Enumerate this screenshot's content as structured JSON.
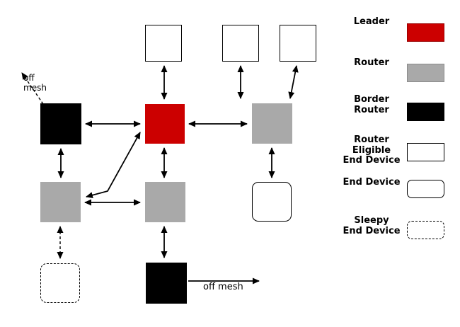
{
  "labels": {
    "off_mesh_top_line1": "off",
    "off_mesh_top_line2": "mesh",
    "off_mesh_bottom": "off mesh"
  },
  "legend": {
    "items": [
      {
        "type": "leader",
        "lines": [
          "Leader"
        ],
        "color": "#cc0000",
        "shape": "square"
      },
      {
        "type": "router",
        "lines": [
          "Router"
        ],
        "color": "#a9a9a9",
        "shape": "square"
      },
      {
        "type": "border-router",
        "lines": [
          "Border",
          "Router"
        ],
        "color": "#000000",
        "shape": "square"
      },
      {
        "type": "router-eligible-end-device",
        "lines": [
          "Router",
          "Eligible",
          "End Device"
        ],
        "color": "#ffffff",
        "shape": "square-outline"
      },
      {
        "type": "end-device",
        "lines": [
          "End Device"
        ],
        "color": "#ffffff",
        "shape": "rounded-outline"
      },
      {
        "type": "sleepy-end-device",
        "lines": [
          "Sleepy",
          "End Device"
        ],
        "color": "#ffffff",
        "shape": "rounded-dashed-outline"
      }
    ]
  },
  "diagram": {
    "nodes": [
      {
        "id": "reed-1",
        "type": "router-eligible-end-device"
      },
      {
        "id": "reed-2",
        "type": "router-eligible-end-device"
      },
      {
        "id": "reed-3",
        "type": "router-eligible-end-device"
      },
      {
        "id": "border-router-1",
        "type": "border-router"
      },
      {
        "id": "leader",
        "type": "leader"
      },
      {
        "id": "router-1",
        "type": "router"
      },
      {
        "id": "router-2",
        "type": "router"
      },
      {
        "id": "router-3",
        "type": "router"
      },
      {
        "id": "end-device-1",
        "type": "end-device"
      },
      {
        "id": "sleepy-end-device-1",
        "type": "sleepy-end-device"
      },
      {
        "id": "border-router-2",
        "type": "border-router"
      }
    ],
    "edges": [
      {
        "from": "reed-1",
        "to": "leader",
        "style": "solid-double-arrow"
      },
      {
        "from": "reed-2",
        "to": "router-1",
        "style": "solid-double-arrow"
      },
      {
        "from": "reed-3",
        "to": "router-1",
        "style": "solid-double-arrow"
      },
      {
        "from": "border-router-1",
        "to": "leader",
        "style": "solid-double-arrow"
      },
      {
        "from": "leader",
        "to": "router-1",
        "style": "solid-double-arrow"
      },
      {
        "from": "border-router-1",
        "to": "router-2",
        "style": "solid-double-arrow"
      },
      {
        "from": "leader",
        "to": "router-3",
        "style": "solid-double-arrow"
      },
      {
        "from": "router-1",
        "to": "end-device-1",
        "style": "solid-double-arrow"
      },
      {
        "from": "router-2",
        "to": "router-3",
        "style": "solid-double-arrow"
      },
      {
        "from": "router-2",
        "to": "leader",
        "style": "solid-double-arrow-bent"
      },
      {
        "from": "router-2",
        "to": "sleepy-end-device-1",
        "style": "dashed-double-arrow"
      },
      {
        "from": "router-3",
        "to": "border-router-2",
        "style": "solid-double-arrow"
      },
      {
        "from": "border-router-1",
        "to": "off-mesh",
        "style": "dashed-single-arrow"
      },
      {
        "from": "border-router-2",
        "to": "off-mesh",
        "style": "solid-single-arrow"
      }
    ]
  }
}
